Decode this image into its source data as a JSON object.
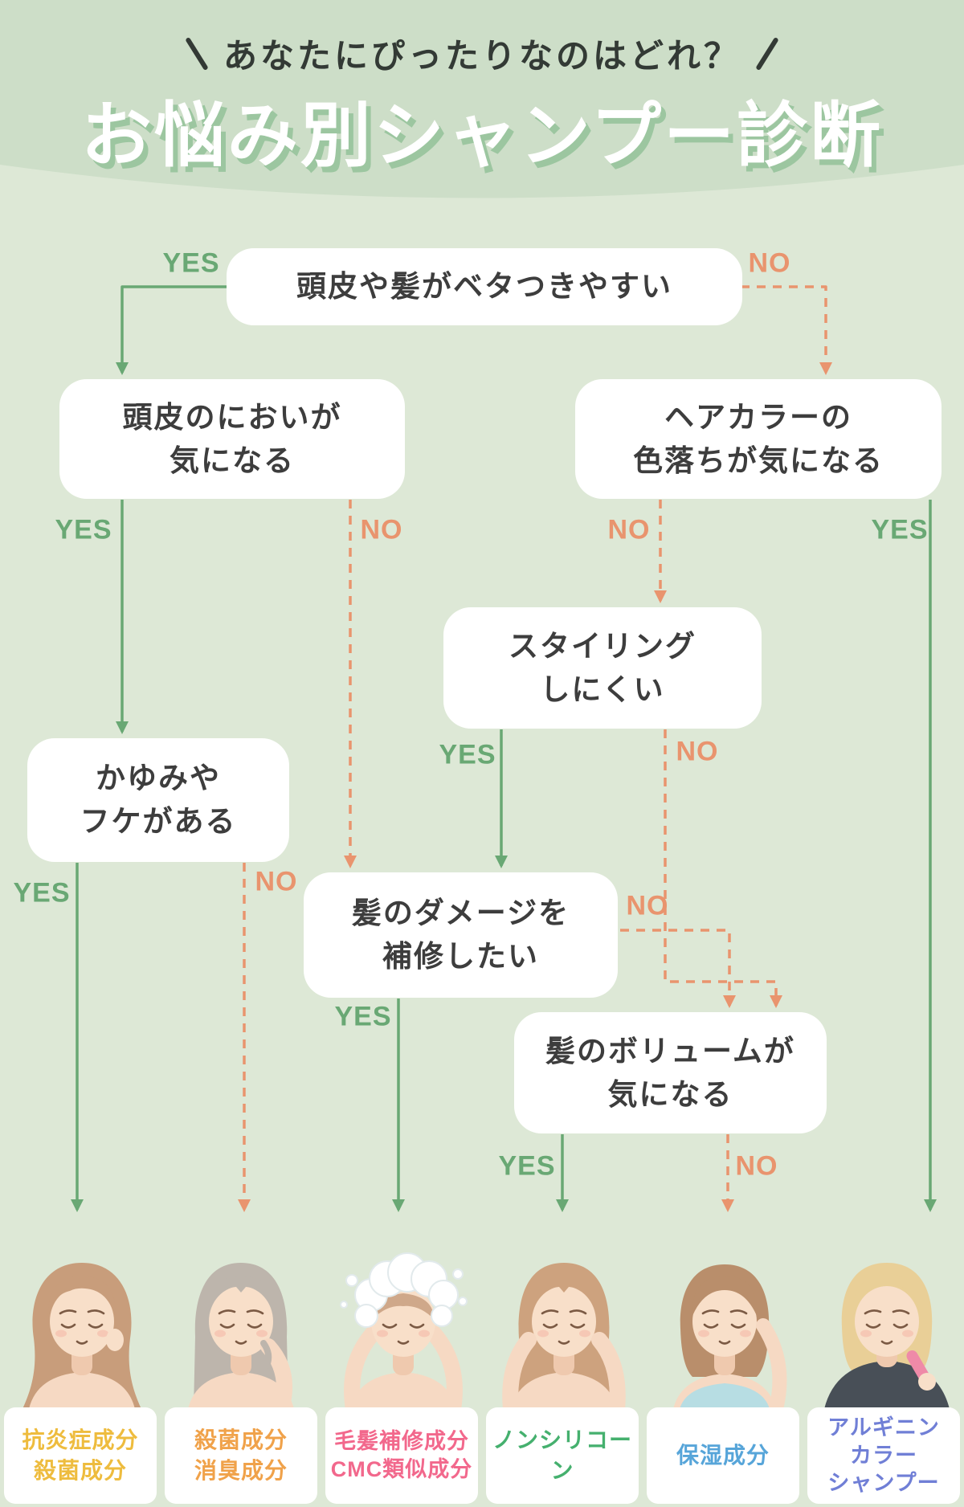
{
  "page": {
    "background_color": "#dde8d6",
    "header_band_color": "#cddec8"
  },
  "header": {
    "tagline": "あなたにぴったりなのはどれ？",
    "title": "お悩み別シャンプー診断",
    "title_color": "#ffffff",
    "title_shadow_color": "#9cc6a0",
    "decor_left_icon": "diagonal-slash",
    "decor_right_icon": "diagonal-slash"
  },
  "flowchart": {
    "yes_label": "YES",
    "no_label": "NO",
    "yes_color": "#69a874",
    "no_color": "#e9946e",
    "nodes": {
      "q1": {
        "lines": [
          "頭皮や髪がベタつきやすい"
        ]
      },
      "q2": {
        "lines": [
          "頭皮のにおいが",
          "気になる"
        ]
      },
      "q3": {
        "lines": [
          "ヘアカラーの",
          "色落ちが気になる"
        ]
      },
      "q4": {
        "lines": [
          "スタイリング",
          "しにくい"
        ]
      },
      "q5": {
        "lines": [
          "かゆみや",
          "フケがある"
        ]
      },
      "q6": {
        "lines": [
          "髪のダメージを",
          "補修したい"
        ]
      },
      "q7": {
        "lines": [
          "髪のボリュームが",
          "気になる"
        ]
      }
    }
  },
  "results": [
    {
      "lines": [
        "抗炎症成分",
        "殺菌成分"
      ],
      "color": "#eebc3e",
      "illustration": "woman-long-wavy-hair-touching-cheek"
    },
    {
      "lines": [
        "殺菌成分",
        "消臭成分"
      ],
      "color": "#f0a24a",
      "illustration": "woman-ash-hair-holding-strand"
    },
    {
      "lines": [
        "毛髪補修成分",
        "CMC類似成分"
      ],
      "color": "#f2688c",
      "illustration": "woman-washing-hair-with-foam"
    },
    {
      "lines": [
        "ノンシリコーン"
      ],
      "color": "#45b06e",
      "illustration": "woman-straight-hair-hands-raised"
    },
    {
      "lines": [
        "保湿成分"
      ],
      "color": "#57a5d9",
      "illustration": "woman-bob-touching-hair"
    },
    {
      "lines": [
        "アルギニン",
        "カラー",
        "シャンプー"
      ],
      "color": "#707fd6",
      "illustration": "woman-blonde-salon-cape-with-brush"
    }
  ]
}
